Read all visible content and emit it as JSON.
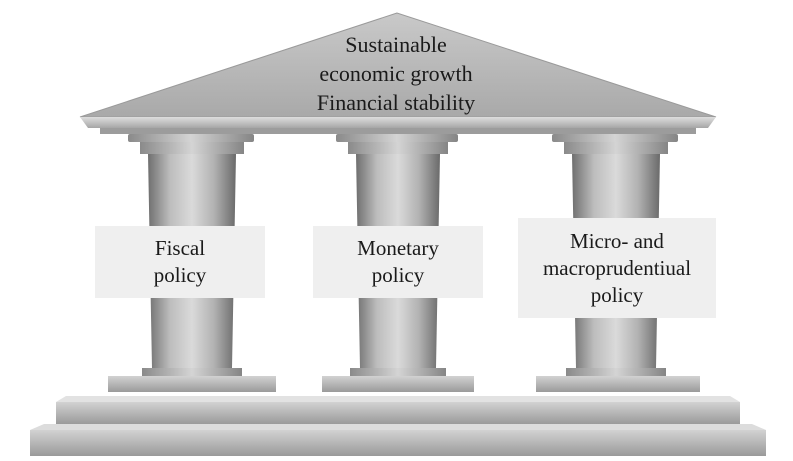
{
  "roof": {
    "line1": "Sustainable",
    "line2": "economic growth",
    "line3": "Financial stability"
  },
  "pillars": [
    {
      "line1": "Fiscal",
      "line2": "policy"
    },
    {
      "line1": "Monetary",
      "line2": "policy"
    },
    {
      "line1": "Micro- and",
      "line2": "macroprudentiual",
      "line3": "policy"
    }
  ],
  "colors": {
    "stone_light": "#d6d6d6",
    "stone_mid": "#b9b9b9",
    "stone_dark": "#8e8e8e",
    "label_background": "#efefef",
    "text": "#1a1a1a"
  }
}
